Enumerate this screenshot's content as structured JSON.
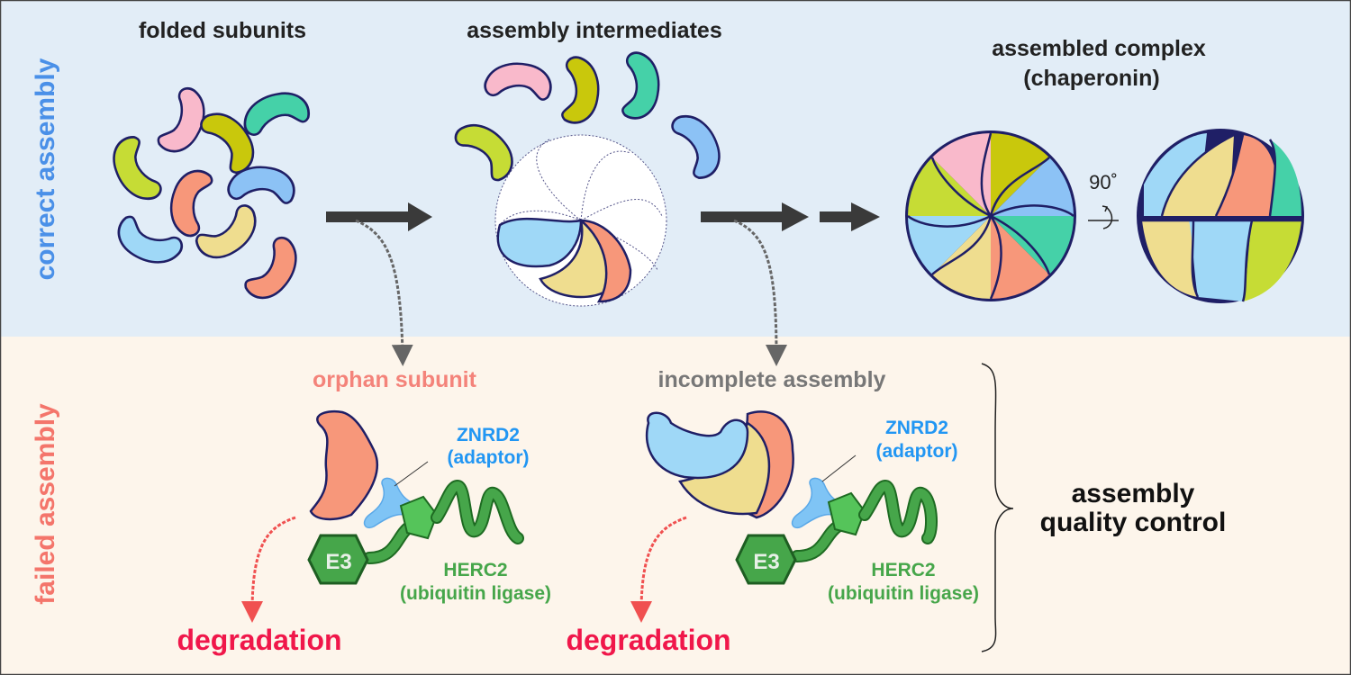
{
  "panels": {
    "top": {
      "side_label": "correct assembly",
      "bg": "#e2edf7",
      "label_color": "#4a90e8"
    },
    "bottom": {
      "side_label": "failed assembly",
      "bg": "#fdf5eb",
      "label_color": "#f4756b"
    }
  },
  "stages": {
    "folded": "folded subunits",
    "intermediates": "assembly intermediates",
    "assembled_line1": "assembled complex",
    "assembled_line2": "(chaperonin)",
    "rotation": "90˚"
  },
  "failed": {
    "orphan_title": "orphan subunit",
    "incomplete_title": "incomplete assembly",
    "adaptor_name": "ZNRD2",
    "adaptor_role": "(adaptor)",
    "ligase_name": "HERC2",
    "ligase_role": "(ubiquitin ligase)",
    "e3_label": "E3",
    "degradation": "degradation",
    "qc_line1": "assembly",
    "qc_line2": "quality control"
  },
  "colors": {
    "pink": "#f9b9cb",
    "olive": "#c9c80c",
    "teal": "#45d1a8",
    "lime": "#c6dc35",
    "blue": "#8cc2f5",
    "salmon": "#f7977a",
    "sky": "#9fd8f7",
    "sand": "#efdd8f",
    "outline": "#1f1f66",
    "arrow": "#3a3a3a",
    "adaptor": "#2196f3",
    "ligase": "#46a64a",
    "degradation": "#f0174a",
    "incomplete": "#777777",
    "orphan": "#f4837a"
  }
}
